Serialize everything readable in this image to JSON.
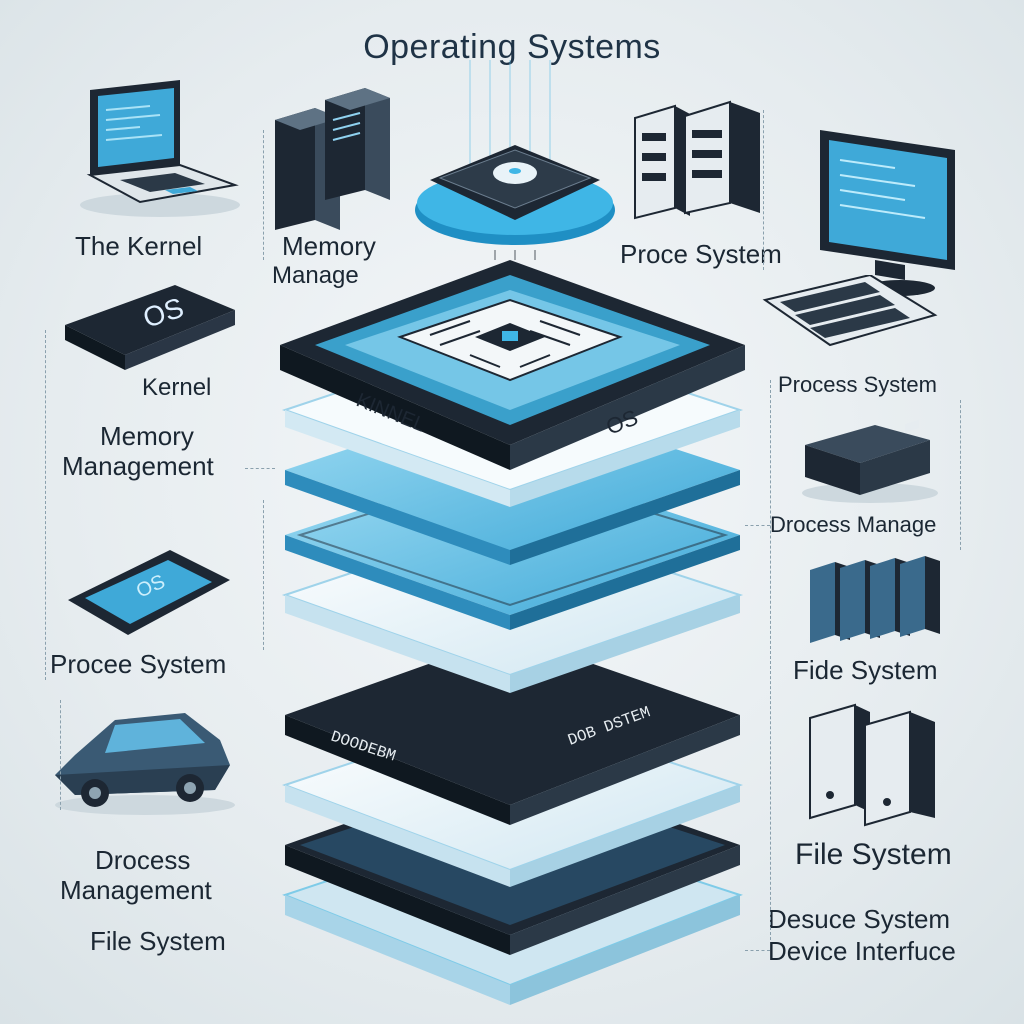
{
  "title": "Operating Systems",
  "left_labels": {
    "l1": "The Kernel",
    "l2": "Kernel",
    "l3a": "Memory",
    "l3b": "Management",
    "l4": "Procee System",
    "l5a": "Drocess",
    "l5b": "Management",
    "l6": "File System"
  },
  "center_top_labels": {
    "memory_a": "Memory",
    "memory_b": "Manage"
  },
  "right_labels": {
    "r1": "Proce System",
    "r2": "Process System",
    "r3": "Drocess Manage",
    "r4": "Fide System",
    "r5": "File System",
    "r6": "Desuce System",
    "r7": "Device Interfuce"
  },
  "stack_text": {
    "kinnel": "KINNEL",
    "os": "OS",
    "os_badge": "OS",
    "dob": "DOB DSTEM",
    "mid1": "DOODEBM"
  },
  "colors": {
    "dark": "#1d2733",
    "cyan": "#3fb6e6",
    "light": "#e9f3f8"
  }
}
